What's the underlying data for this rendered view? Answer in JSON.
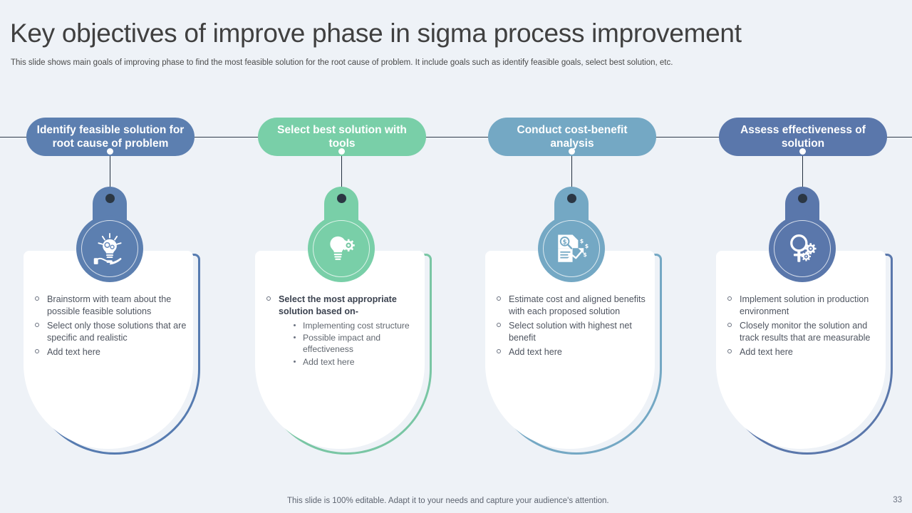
{
  "slide": {
    "title": "Key objectives of improve phase in sigma process improvement",
    "subtitle": "This slide shows main goals of improving phase to find the most feasible solution for the root cause of problem. It include goals such as identify feasible goals, select best solution, etc.",
    "footer_note": "This slide is 100% editable. Adapt it to your needs and capture your audience's attention.",
    "page_number": "33",
    "background_color": "#eef2f7",
    "rail_color": "#2f3b4a"
  },
  "columns": [
    {
      "header": "Identify feasible solution for root cause of problem",
      "color": "#5c7fb0",
      "accent_color": "#567bb0",
      "icon": "lightbulb-on-hand-icon",
      "bullets": [
        {
          "text": "Brainstorm with team about the possible feasible solutions",
          "bold": false,
          "sub": []
        },
        {
          "text": "Select only those solutions that are specific and realistic",
          "bold": false,
          "sub": []
        },
        {
          "text": "Add text here",
          "bold": false,
          "sub": []
        }
      ]
    },
    {
      "header": "Select best solution with tools",
      "color": "#79cfa8",
      "accent_color": "#79c6a4",
      "icon": "lightbulb-gear-wrench-icon",
      "bullets": [
        {
          "text": "Select the most appropriate solution based on-",
          "bold": true,
          "sub": [
            "Implementing cost structure",
            "Possible impact and effectiveness",
            "Add text here"
          ]
        }
      ]
    },
    {
      "header": "Conduct cost-benefit analysis",
      "color": "#74a8c4",
      "accent_color": "#74a8c4",
      "icon": "cost-benefit-document-icon",
      "bullets": [
        {
          "text": "Estimate cost and aligned benefits with each proposed solution",
          "bold": false,
          "sub": []
        },
        {
          "text": "Select solution with highest net benefit",
          "bold": false,
          "sub": []
        },
        {
          "text": "Add text here",
          "bold": false,
          "sub": []
        }
      ]
    },
    {
      "header": "Assess effectiveness of solution",
      "color": "#5a77ab",
      "accent_color": "#5a77ab",
      "icon": "magnifier-gears-icon",
      "bullets": [
        {
          "text": "Implement solution in production environment",
          "bold": false,
          "sub": []
        },
        {
          "text": "Closely monitor the solution and track results that are measurable",
          "bold": false,
          "sub": []
        },
        {
          "text": "Add text here",
          "bold": false,
          "sub": []
        }
      ]
    }
  ]
}
